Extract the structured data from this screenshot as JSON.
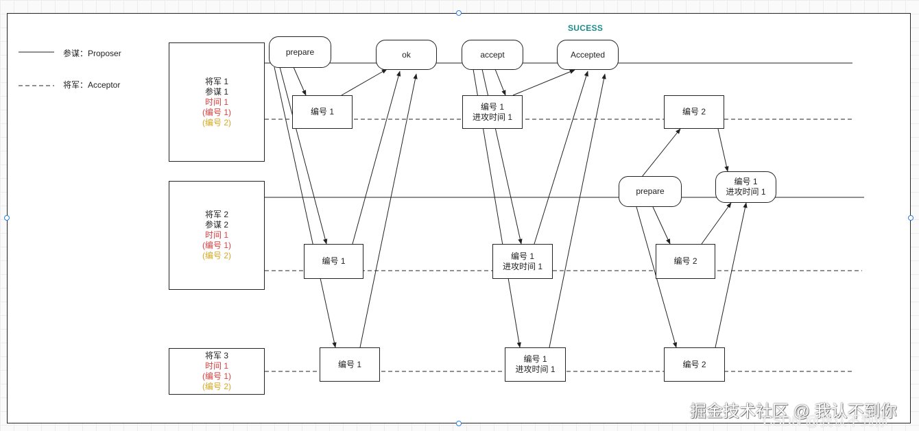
{
  "legend": {
    "proposer": "参谋：Proposer",
    "acceptor": "将军：Acceptor"
  },
  "sucess_label": "SUCESS",
  "generals": [
    {
      "lines": [
        {
          "text": "将军 1",
          "color": "normal"
        },
        {
          "text": "参谋 1",
          "color": "normal"
        },
        {
          "text": "时间 1",
          "color": "red"
        },
        {
          "text": "(编号 1)",
          "color": "red"
        },
        {
          "text": "(编号 2)",
          "color": "gold"
        }
      ]
    },
    {
      "lines": [
        {
          "text": "将军 2",
          "color": "normal"
        },
        {
          "text": "参谋 2",
          "color": "normal"
        },
        {
          "text": "时间 1",
          "color": "red"
        },
        {
          "text": "(编号 1)",
          "color": "red"
        },
        {
          "text": "(编号 2)",
          "color": "gold"
        }
      ]
    },
    {
      "lines": [
        {
          "text": "将军 3",
          "color": "normal"
        },
        {
          "text": "时间 1",
          "color": "red"
        },
        {
          "text": "(编号 1)",
          "color": "red"
        },
        {
          "text": "(编号 2)",
          "color": "gold"
        }
      ]
    }
  ],
  "messages": {
    "prepare": "prepare",
    "ok": "ok",
    "accept": "accept",
    "accepted": "Accepted",
    "prepare2": "prepare",
    "num1_row1": "编号 1",
    "num1_row2": "编号 1",
    "num1_row3": "编号 1",
    "acc_row1": [
      "编号 1",
      "进攻时间 1"
    ],
    "acc_row2": [
      "编号 1",
      "进攻时间 1"
    ],
    "acc_row3": [
      "编号 1",
      "进攻时间 1"
    ],
    "num2_row1": "编号 2",
    "num2_row2": "编号 2",
    "num2_row3": "编号 2",
    "result_g2": [
      "编号 1",
      "进攻时间 1"
    ]
  },
  "watermark": "掘金技术社区 @ 我认不到你",
  "watermark_sub": "CSDN @我认不到你",
  "colors": {
    "red": "#d94040",
    "gold": "#d6a820",
    "sucess": "#1a8c8c"
  }
}
